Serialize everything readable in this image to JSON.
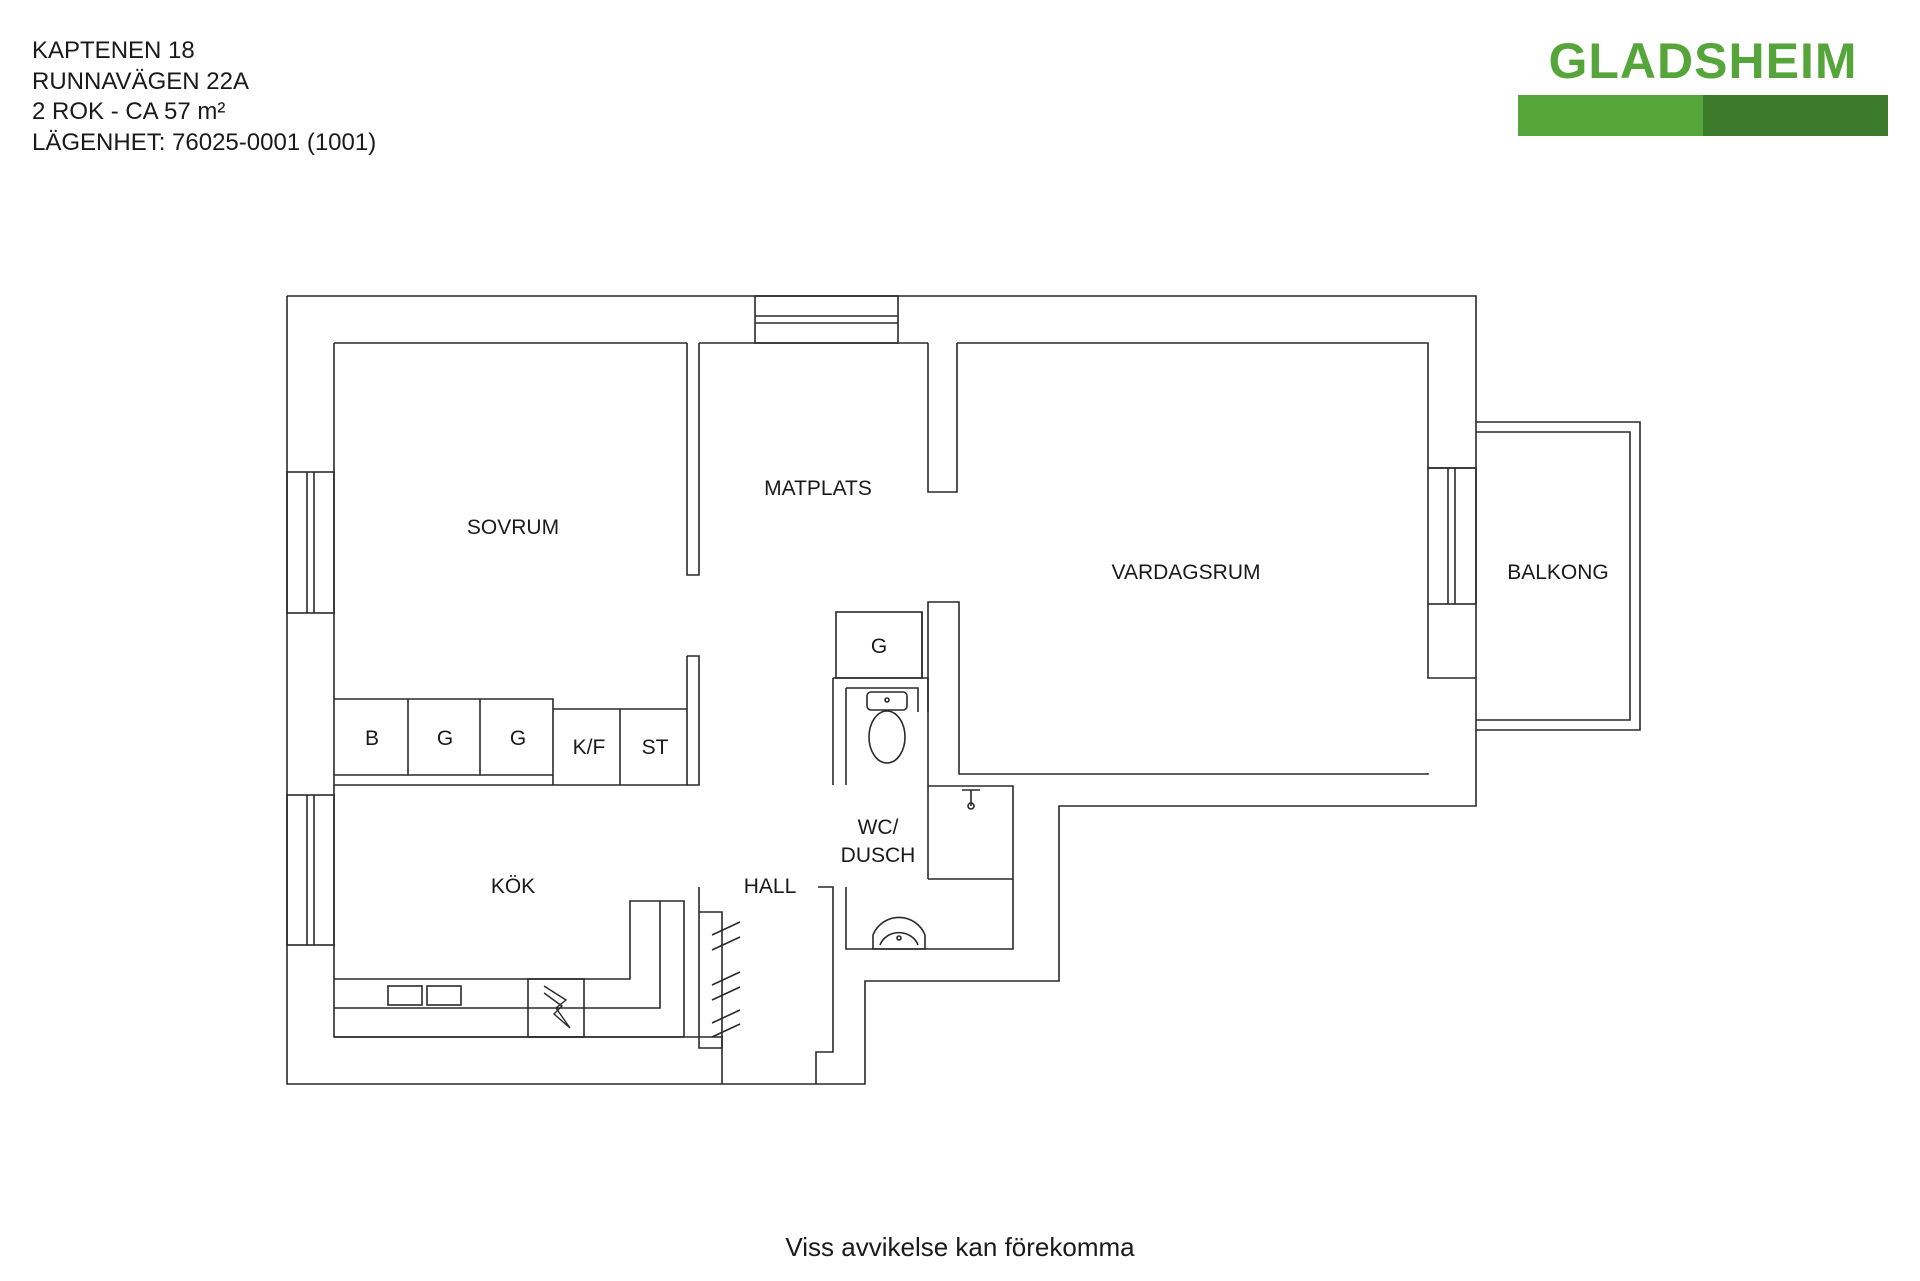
{
  "header": {
    "line1": "KAPTENEN 18",
    "line2": "RUNNAVÄGEN 22A",
    "line3": "2 ROK - CA 57 m²",
    "line4": "LÄGENHET:  76025-0001 (1001)"
  },
  "logo": {
    "text": "GLADSHEIM",
    "color_text": "#56a53b",
    "color_bar_light": "#56a53b",
    "color_bar_dark": "#3c7a2c"
  },
  "rooms": {
    "sovrum": "SOVRUM",
    "matplats": "MATPLATS",
    "vardagsrum": "VARDAGSRUM",
    "balkong": "BALKONG",
    "kok": "KÖK",
    "hall": "HALL",
    "wc_line1": "WC/",
    "wc_line2": "DUSCH"
  },
  "closets": {
    "b": "B",
    "g1": "G",
    "g2": "G",
    "kf": "K/F",
    "st": "ST",
    "g3": "G"
  },
  "footer": {
    "note": "Viss avvikelse kan förekomma"
  }
}
